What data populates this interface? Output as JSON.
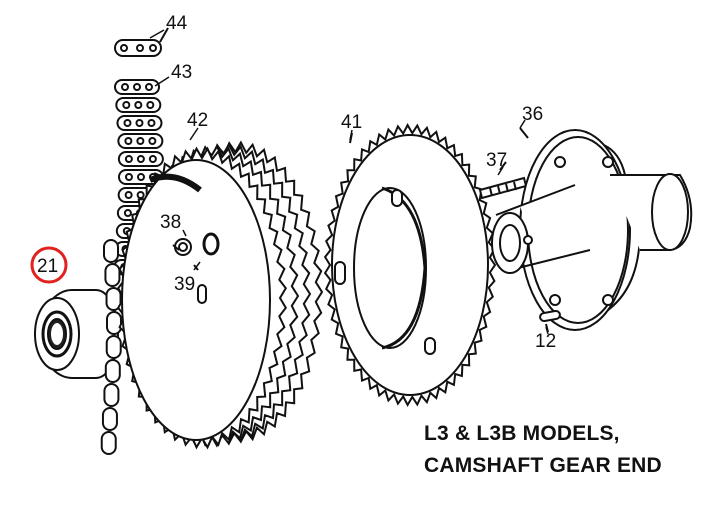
{
  "parts": [
    {
      "id": "44",
      "label": "44"
    },
    {
      "id": "43",
      "label": "43"
    },
    {
      "id": "42",
      "label": "42"
    },
    {
      "id": "41",
      "label": "41"
    },
    {
      "id": "36",
      "label": "36"
    },
    {
      "id": "37",
      "label": "37"
    },
    {
      "id": "38",
      "label": "38"
    },
    {
      "id": "39",
      "label": "39"
    },
    {
      "id": "21",
      "label": "21",
      "highlighted": true
    },
    {
      "id": "12",
      "label": "12"
    }
  ],
  "caption": {
    "line1": "L3 & L3B MODELS,",
    "line2": "CAMSHAFT GEAR END"
  },
  "colors": {
    "line": "#111111",
    "highlight": "#e0211d"
  }
}
